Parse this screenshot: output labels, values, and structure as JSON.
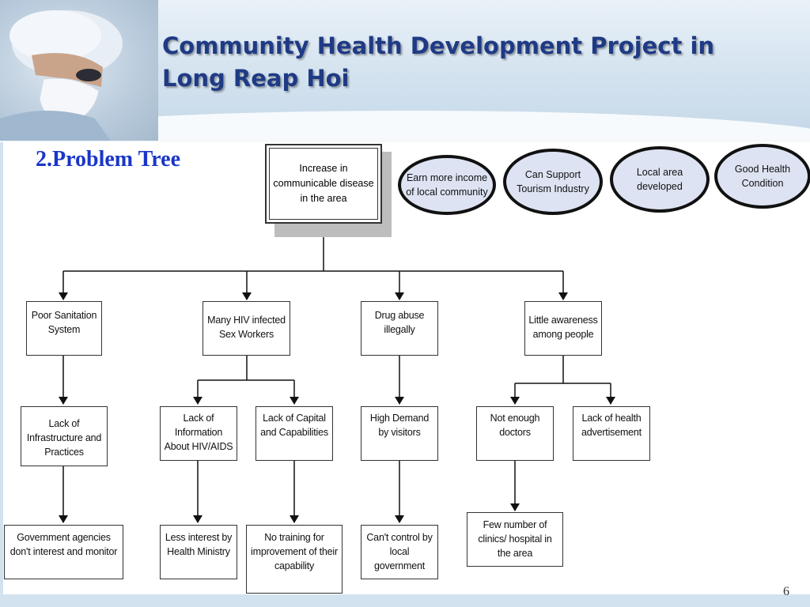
{
  "title": "Community Health Development Project in Long Reap Hoi",
  "subtitle": "2.Problem Tree",
  "page_number": "6",
  "root": "Increase in communicable disease in the area",
  "effects": [
    "Earn more income of local community",
    "Can Support Tourism Industry",
    "Local area developed",
    "Good Health Condition"
  ],
  "causes": {
    "sanitation": "Poor Sanitation System",
    "hiv": "Many HIV infected Sex Workers",
    "drug": "Drug abuse illegally",
    "awareness": "Little awareness among people"
  },
  "subcauses": {
    "infrastructure": "Lack of Infrastructure and Practices",
    "information": "Lack of Information About HIV/AIDS",
    "capital": "Lack of Capital and Capabilities",
    "demand": "High Demand by visitors",
    "doctors": "Not enough doctors",
    "advertisement": "Lack of health advertisement"
  },
  "roots": {
    "government": "Government agencies don't interest and monitor",
    "ministry": "Less interest by Health Ministry",
    "training": "No training for improvement of their capability",
    "control": "Can't control by local government",
    "clinics": "Few number of clinics/ hospital in the area"
  },
  "colors": {
    "title": "#1f3a85",
    "subtitle": "#1a36c8",
    "ellipse_fill": "#dde3f2",
    "header": "#d3e2ef"
  }
}
